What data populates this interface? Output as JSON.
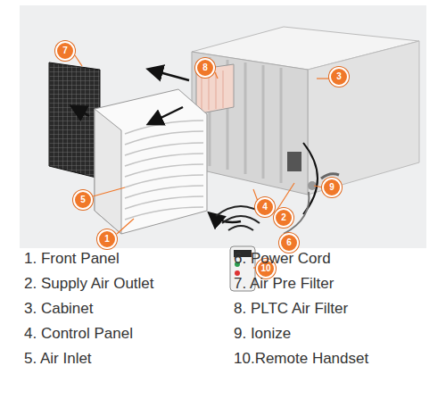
{
  "diagram": {
    "nodes": [
      {
        "text": [
          "7"
        ]
      },
      {
        "text": [
          "8"
        ]
      },
      {
        "text": [
          "3"
        ]
      },
      {
        "text": [
          "9"
        ]
      },
      {
        "text": [
          "4"
        ]
      },
      {
        "text": [
          "2"
        ]
      },
      {
        "text": [
          "5"
        ]
      },
      {
        "text": [
          "6"
        ]
      },
      {
        "text": [
          "1"
        ]
      },
      {
        "text": [
          "10"
        ]
      }
    ],
    "labels": [
      "1. Front Panel",
      "6. Power Cord",
      "2. Supply Air Outlet",
      "7. Air Pre Filter",
      "3. Cabinet",
      "8. PLTC Air Filter",
      "4. Control Panel",
      "9. Ionize",
      "5. Air Inlet",
      "10.Remote Handset"
    ]
  }
}
